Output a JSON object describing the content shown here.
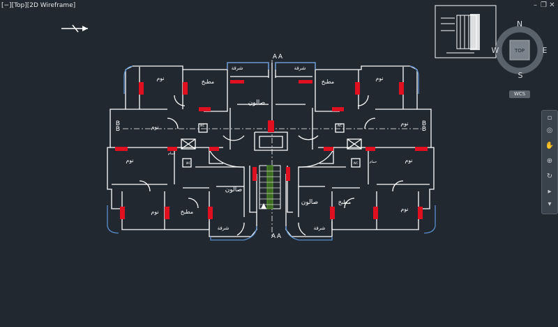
{
  "viewport": {
    "label": "[−][Top][2D Wireframe]"
  },
  "window_controls": {
    "minimize": "–",
    "restore": "❐",
    "close": "✕"
  },
  "viewcube": {
    "face": "TOP",
    "north": "N",
    "south": "S",
    "east": "E",
    "west": "W",
    "wcs": "WCS"
  },
  "colors": {
    "background": "#212830",
    "walls": "#ffffff",
    "openings": "#e01020",
    "balcony": "#5a8fd0",
    "stair": "#4a7a2a"
  },
  "plan": {
    "rooms": {
      "bedroom": "نوم",
      "kitchen": "مطبخ",
      "salon": "صالون",
      "balcony": "شرفة",
      "bath": "حمام",
      "wc": "WC"
    },
    "section_marks": {
      "a": "A",
      "b": "B"
    }
  },
  "nav_bar": {
    "items": [
      "pan-icon",
      "zoom-icon",
      "orbit-icon",
      "steering-wheel-icon",
      "showmotion-icon"
    ]
  }
}
